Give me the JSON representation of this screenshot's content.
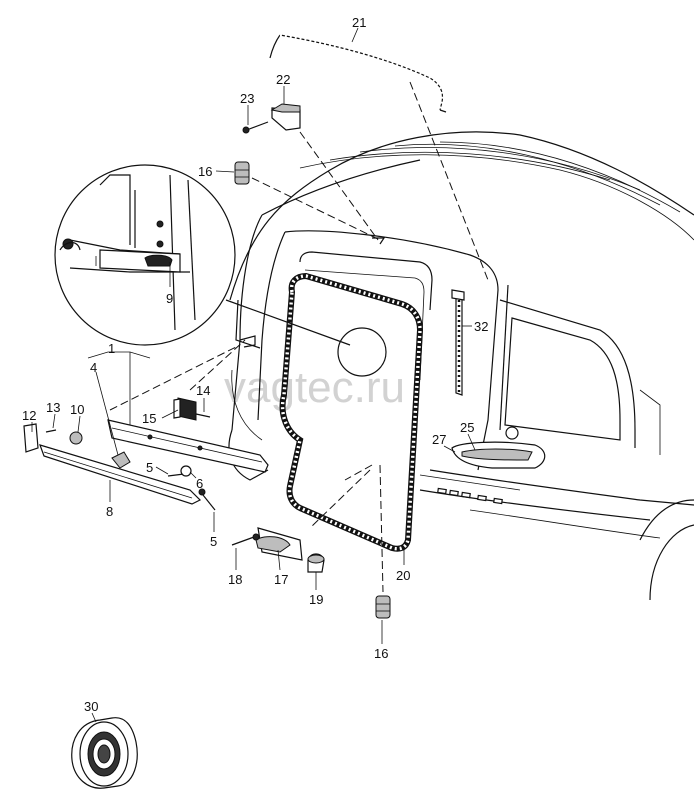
{
  "watermark": "vagtec.ru",
  "callouts": {
    "p1": "1",
    "p4": "4",
    "p5a": "5",
    "p5b": "5",
    "p6": "6",
    "p8": "8",
    "p9": "9",
    "p10": "10",
    "p12": "12",
    "p13": "13",
    "p14": "14",
    "p15": "15",
    "p16a": "16",
    "p16b": "16",
    "p17": "17",
    "p18": "18",
    "p19": "19",
    "p20": "20",
    "p21": "21",
    "p22": "22",
    "p23": "23",
    "p25": "25",
    "p27": "27",
    "p30": "30",
    "p32": "32"
  }
}
